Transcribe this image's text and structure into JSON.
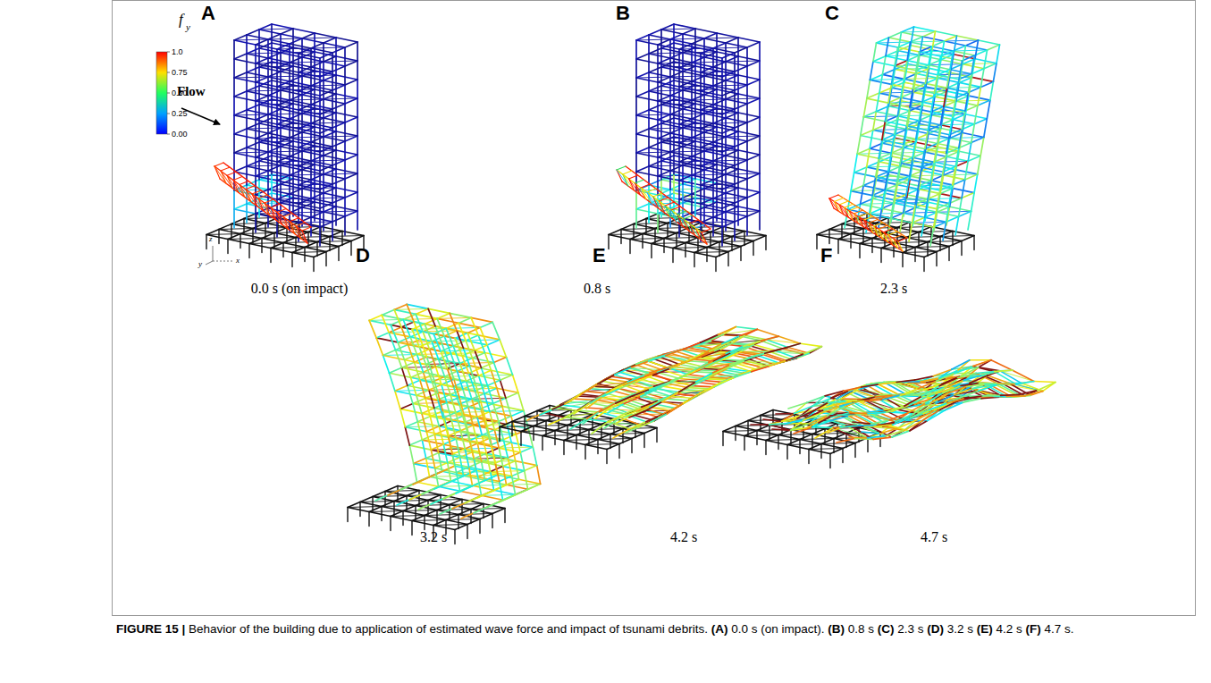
{
  "diagram": {
    "caption": "FIGURE 15 | Behavior of the building due to application of estimated wave force and impact of tsunami debrits. (A) 0.0 s (on impact). (B) 0.8 s (C) 2.3 s (D) 3.2 s (E) 4.2 s (F) 4.7 s.",
    "labels": [
      "A",
      "f",
      "y",
      "1.0",
      "0.75",
      "0.50",
      "0.25",
      "0.00",
      "Flow",
      "z",
      "y",
      "x",
      "0.0 s (on impact)",
      "B",
      "0.8 s",
      "C",
      "2.3 s",
      "D",
      "3.2 s",
      "E",
      "4.2 s",
      "F",
      "4.7 s"
    ]
  }
}
